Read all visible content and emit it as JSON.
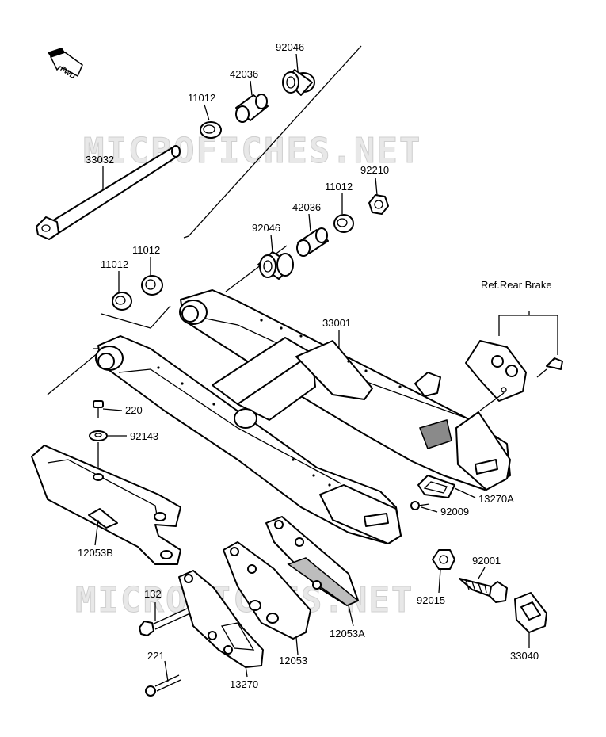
{
  "watermark": "MICROFICHES.NET",
  "fwd_label": "FWD",
  "ref_label": "Ref.Rear Brake",
  "parts": {
    "p92046_top": "92046",
    "p42036_top": "42036",
    "p11012_top": "11012",
    "p33032": "33032",
    "p92210": "92210",
    "p11012_mid": "11012",
    "p42036_mid": "42036",
    "p92046_mid": "92046",
    "p11012_left_a": "11012",
    "p11012_left_b": "11012",
    "p33001": "33001",
    "p220": "220",
    "p92143": "92143",
    "p13270A": "13270A",
    "p92009": "92009",
    "p12053B": "12053B",
    "p92001": "92001",
    "p132": "132",
    "p92015": "92015",
    "p33040": "33040",
    "p12053A": "12053A",
    "p221": "221",
    "p12053": "12053",
    "p13270": "13270"
  }
}
